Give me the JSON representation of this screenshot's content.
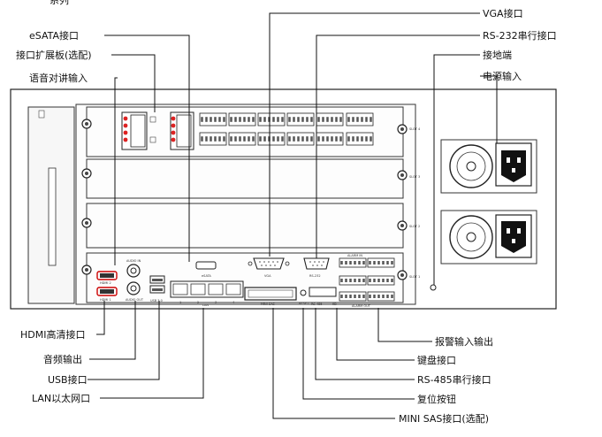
{
  "header_fragment": "系列",
  "labels_left": {
    "esata": "eSATA接口",
    "expansion": "接口扩展板(选配)",
    "audio_talk": "语音对讲输入",
    "hdmi": "HDMI高清接口",
    "audio_out": "音频输出",
    "usb": "USB接口",
    "lan": "LAN以太网口"
  },
  "labels_right": {
    "vga": "VGA接口",
    "rs232": "RS-232串行接口",
    "ground": "接地端",
    "power": "电源输入",
    "alarm": "报警输入输出",
    "keyboard": "键盘接口",
    "rs485": "RS-485串行接口",
    "reset": "复位按钮",
    "minisas": "MINI SAS接口(选配)"
  },
  "device_text": {
    "slot4": "SLOT 4",
    "slot3": "SLOT 3",
    "slot2": "SLOT 2",
    "slot1": "SLOT 1",
    "audio_in": "AUDIO IN",
    "audio_out": "AUDIO OUT",
    "hdmi2": "HDMI 2",
    "hdmi1": "HDMI 1",
    "usb3": "USB 3.0",
    "lan": "LAN",
    "esata": "eSATA",
    "vga": "VGA",
    "rs232": "RS-232",
    "minisas": "MINI SAS",
    "reset": "RESET",
    "rs485": "RS-485",
    "kb": "KB",
    "alarm_out": "ALARM OUT",
    "alarm_in": "ALARM IN",
    "lan_ports": [
      "1",
      "2",
      "3",
      "4"
    ]
  }
}
